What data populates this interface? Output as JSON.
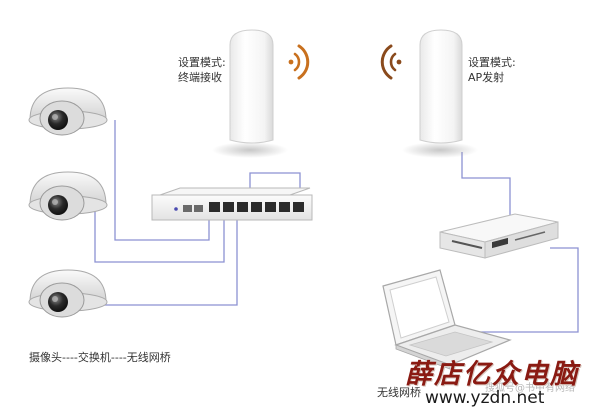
{
  "ap_left": {
    "mode_line1": "设置模式:",
    "mode_line2": "终端接收"
  },
  "ap_right": {
    "mode_line1": "设置模式:",
    "mode_line2": "AP发射"
  },
  "caption_left": "摄像头----交换机----无线网桥",
  "caption_right": "无线网桥",
  "watermark_faint": "搜狐号@书中有网络",
  "watermark_brand": "薛店亿众电脑",
  "watermark_url": "www.yzdn.net",
  "colors": {
    "cable": "#8c91d2",
    "signal_left": "#c8701e",
    "signal_right": "#8a4a1c",
    "watermark_brand": "#8a1a12"
  }
}
